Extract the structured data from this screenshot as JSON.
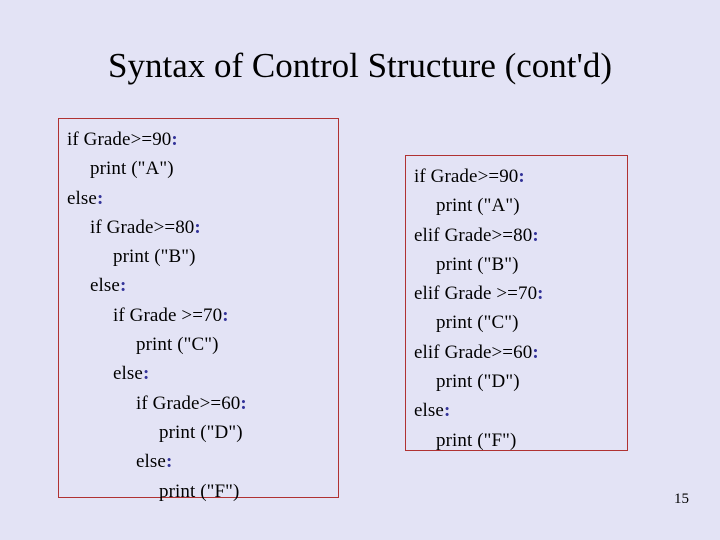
{
  "slide": {
    "title": "Syntax of Control Structure (cont'd)",
    "page_number": "15",
    "background_color": "#e3e3f5",
    "border_color": "#b03232",
    "colon_color": "#333399",
    "text_color": "#000000"
  },
  "code_block_nested": {
    "name": "nested-if-else",
    "lines": [
      {
        "indent": 0,
        "text": "if Grade>=90",
        "colon": true
      },
      {
        "indent": 1,
        "text": "print (\"A\")",
        "colon": false
      },
      {
        "indent": 0,
        "text": "else",
        "colon": true
      },
      {
        "indent": 1,
        "text": "if Grade>=80",
        "colon": true
      },
      {
        "indent": 2,
        "text": "print (\"B\")",
        "colon": false
      },
      {
        "indent": 1,
        "text": "else",
        "colon": true
      },
      {
        "indent": 2,
        "text": "if Grade >=70",
        "colon": true
      },
      {
        "indent": 3,
        "text": "print (\"C\")",
        "colon": false
      },
      {
        "indent": 2,
        "text": "else",
        "colon": true
      },
      {
        "indent": 3,
        "text": "if Grade>=60",
        "colon": true
      },
      {
        "indent": 4,
        "text": "print (\"D\")",
        "colon": false
      },
      {
        "indent": 3,
        "text": "else",
        "colon": true
      },
      {
        "indent": 4,
        "text": "print (\"F\")",
        "colon": false
      }
    ]
  },
  "code_block_elif": {
    "name": "elif-chain",
    "lines": [
      {
        "indent": 0,
        "text": "if Grade>=90",
        "colon": true
      },
      {
        "indent": 1,
        "text": "print (\"A\")",
        "colon": false
      },
      {
        "indent": 0,
        "text": "elif Grade>=80",
        "colon": true
      },
      {
        "indent": 1,
        "text": "print (\"B\")",
        "colon": false
      },
      {
        "indent": 0,
        "text": "elif Grade >=70",
        "colon": true
      },
      {
        "indent": 1,
        "text": "print (\"C\")",
        "colon": false
      },
      {
        "indent": 0,
        "text": "elif Grade>=60",
        "colon": true
      },
      {
        "indent": 1,
        "text": "print (\"D\")",
        "colon": false
      },
      {
        "indent": 0,
        "text": "else",
        "colon": true
      },
      {
        "indent": 1,
        "text": "print (\"F\")",
        "colon": false
      }
    ]
  }
}
